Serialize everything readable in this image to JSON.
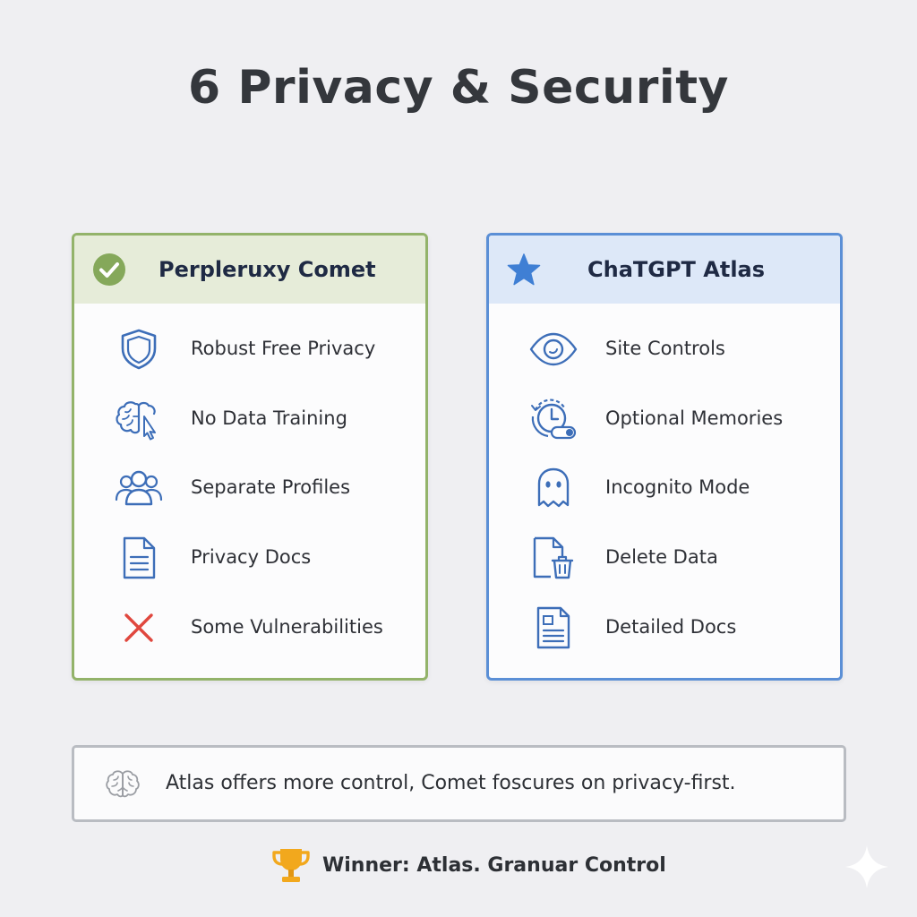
{
  "page": {
    "title": "6 Privacy & Security"
  },
  "comet": {
    "title": "Perpleruxy Comet",
    "header_icon": "check-circle-icon",
    "accent": "#93b36a",
    "items": [
      {
        "label": "Robust Free Privacy",
        "icon": "shield-icon"
      },
      {
        "label": "No Data Training",
        "icon": "brain-cursor-icon"
      },
      {
        "label": "Separate Profiles",
        "icon": "users-icon"
      },
      {
        "label": "Privacy Docs",
        "icon": "document-icon"
      },
      {
        "label": "Some Vulnerabilities",
        "icon": "x-mark-icon"
      }
    ]
  },
  "atlas": {
    "title": "ChaTGPT Atlas",
    "header_icon": "star-icon",
    "accent": "#5b8fd6",
    "items": [
      {
        "label": "Site Controls",
        "icon": "eye-icon"
      },
      {
        "label": "Optional Memories",
        "icon": "clock-toggle-icon"
      },
      {
        "label": "Incognito Mode",
        "icon": "ghost-icon"
      },
      {
        "label": "Delete Data",
        "icon": "document-trash-icon"
      },
      {
        "label": "Detailed Docs",
        "icon": "detailed-document-icon"
      }
    ]
  },
  "summary": {
    "icon": "brain-icon",
    "text": "Atlas offers more control, Comet foscures on privacy-first."
  },
  "winner": {
    "icon": "trophy-icon",
    "text": "Winner: Atlas. Granuar Control"
  },
  "colors": {
    "icon_blue": "#3d6eb8",
    "x_red": "#e0473e",
    "trophy_gold": "#f2a81d"
  }
}
